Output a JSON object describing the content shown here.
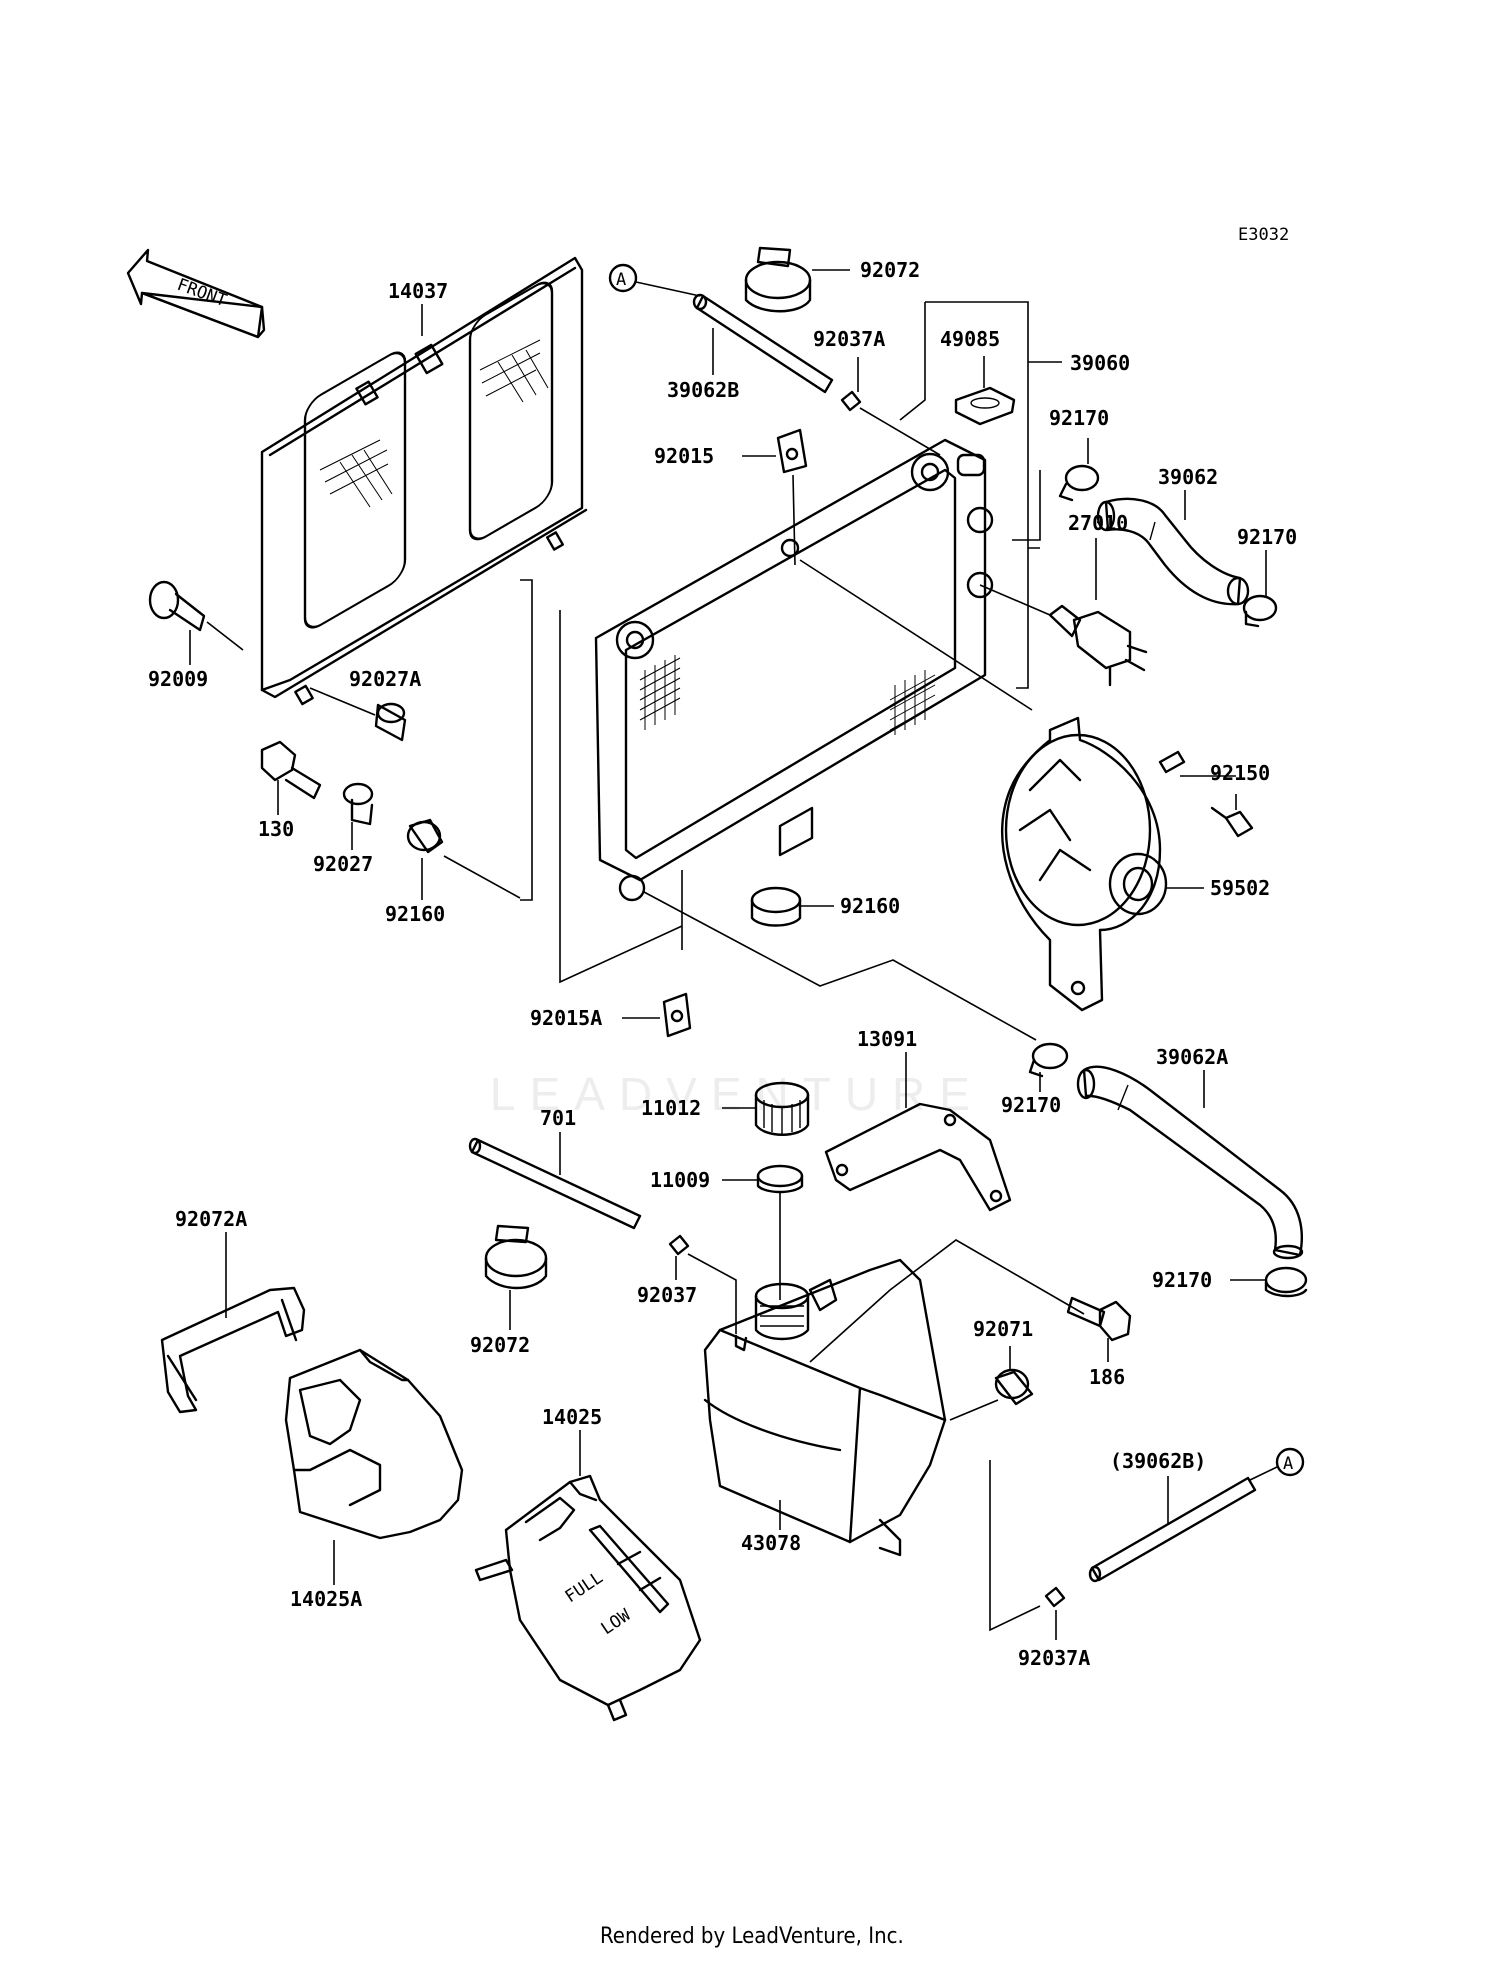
{
  "diagram": {
    "code": "E3032",
    "front_label": "FRONT",
    "ref_marker": "A",
    "gauge_full": "FULL",
    "gauge_low": "LOW",
    "watermark": "LEADVENTURE"
  },
  "parts": {
    "p14037": "14037",
    "p92009": "92009",
    "p92027A": "92027A",
    "p130": "130",
    "p92027": "92027",
    "p92160_left": "92160",
    "p92072_top": "92072",
    "p39062B": "39062B",
    "p92037A_top": "92037A",
    "p49085": "49085",
    "p39060": "39060",
    "p92015": "92015",
    "p92170_top": "92170",
    "p39062": "39062",
    "p92170_right": "92170",
    "p27010": "27010",
    "p92150": "92150",
    "p59502": "59502",
    "p92160_mid": "92160",
    "p92015A": "92015A",
    "p13091": "13091",
    "p39062A": "39062A",
    "p11012": "11012",
    "p92170_mid": "92170",
    "p701": "701",
    "p11009": "11009",
    "p92072A": "92072A",
    "p92072_bottom": "92072",
    "p92037": "92037",
    "p92071": "92071",
    "p186": "186",
    "p92170_bottom": "92170",
    "p14025": "14025",
    "p39062B_ref": "(39062B)",
    "p14025A": "14025A",
    "p43078": "43078",
    "p92037A_bottom": "92037A"
  },
  "footer": {
    "text": "Rendered by LeadVenture, Inc."
  }
}
